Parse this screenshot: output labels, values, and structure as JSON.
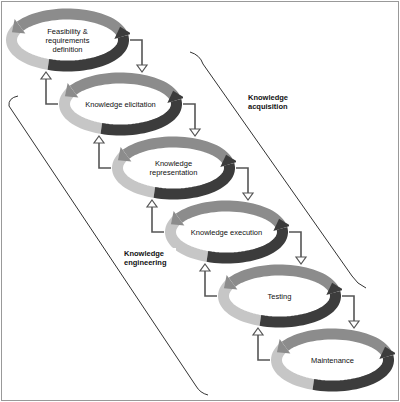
{
  "diagram": {
    "nodes": [
      {
        "text": [
          "Feasibility & requirements definition"
        ]
      },
      {
        "text": [
          "Knowledge elicitation"
        ]
      },
      {
        "text": [
          "Knowledge representation"
        ]
      },
      {
        "text": [
          "Knowledge execution"
        ]
      },
      {
        "text": [
          "Testing"
        ]
      },
      {
        "text": [
          "Maintenance"
        ]
      }
    ],
    "edges": [
      {
        "from": 0,
        "to": 1,
        "arrow": "to"
      },
      {
        "from": 1,
        "to": 2,
        "arrow": "to"
      },
      {
        "from": 2,
        "to": 3,
        "arrow": "to"
      },
      {
        "from": 3,
        "to": 4,
        "arrow": "to"
      },
      {
        "from": 4,
        "to": 5,
        "arrow": "to"
      },
      {
        "from": 1,
        "to": 0,
        "arrow": "to"
      },
      {
        "from": 2,
        "to": 1,
        "arrow": "to"
      },
      {
        "from": 3,
        "to": 2,
        "arrow": "to"
      },
      {
        "from": 4,
        "to": 3,
        "arrow": "to"
      },
      {
        "from": 5,
        "to": 4,
        "arrow": "to"
      }
    ],
    "labels": [
      "Knowledge acquisition",
      "Knowledge engineering"
    ]
  }
}
